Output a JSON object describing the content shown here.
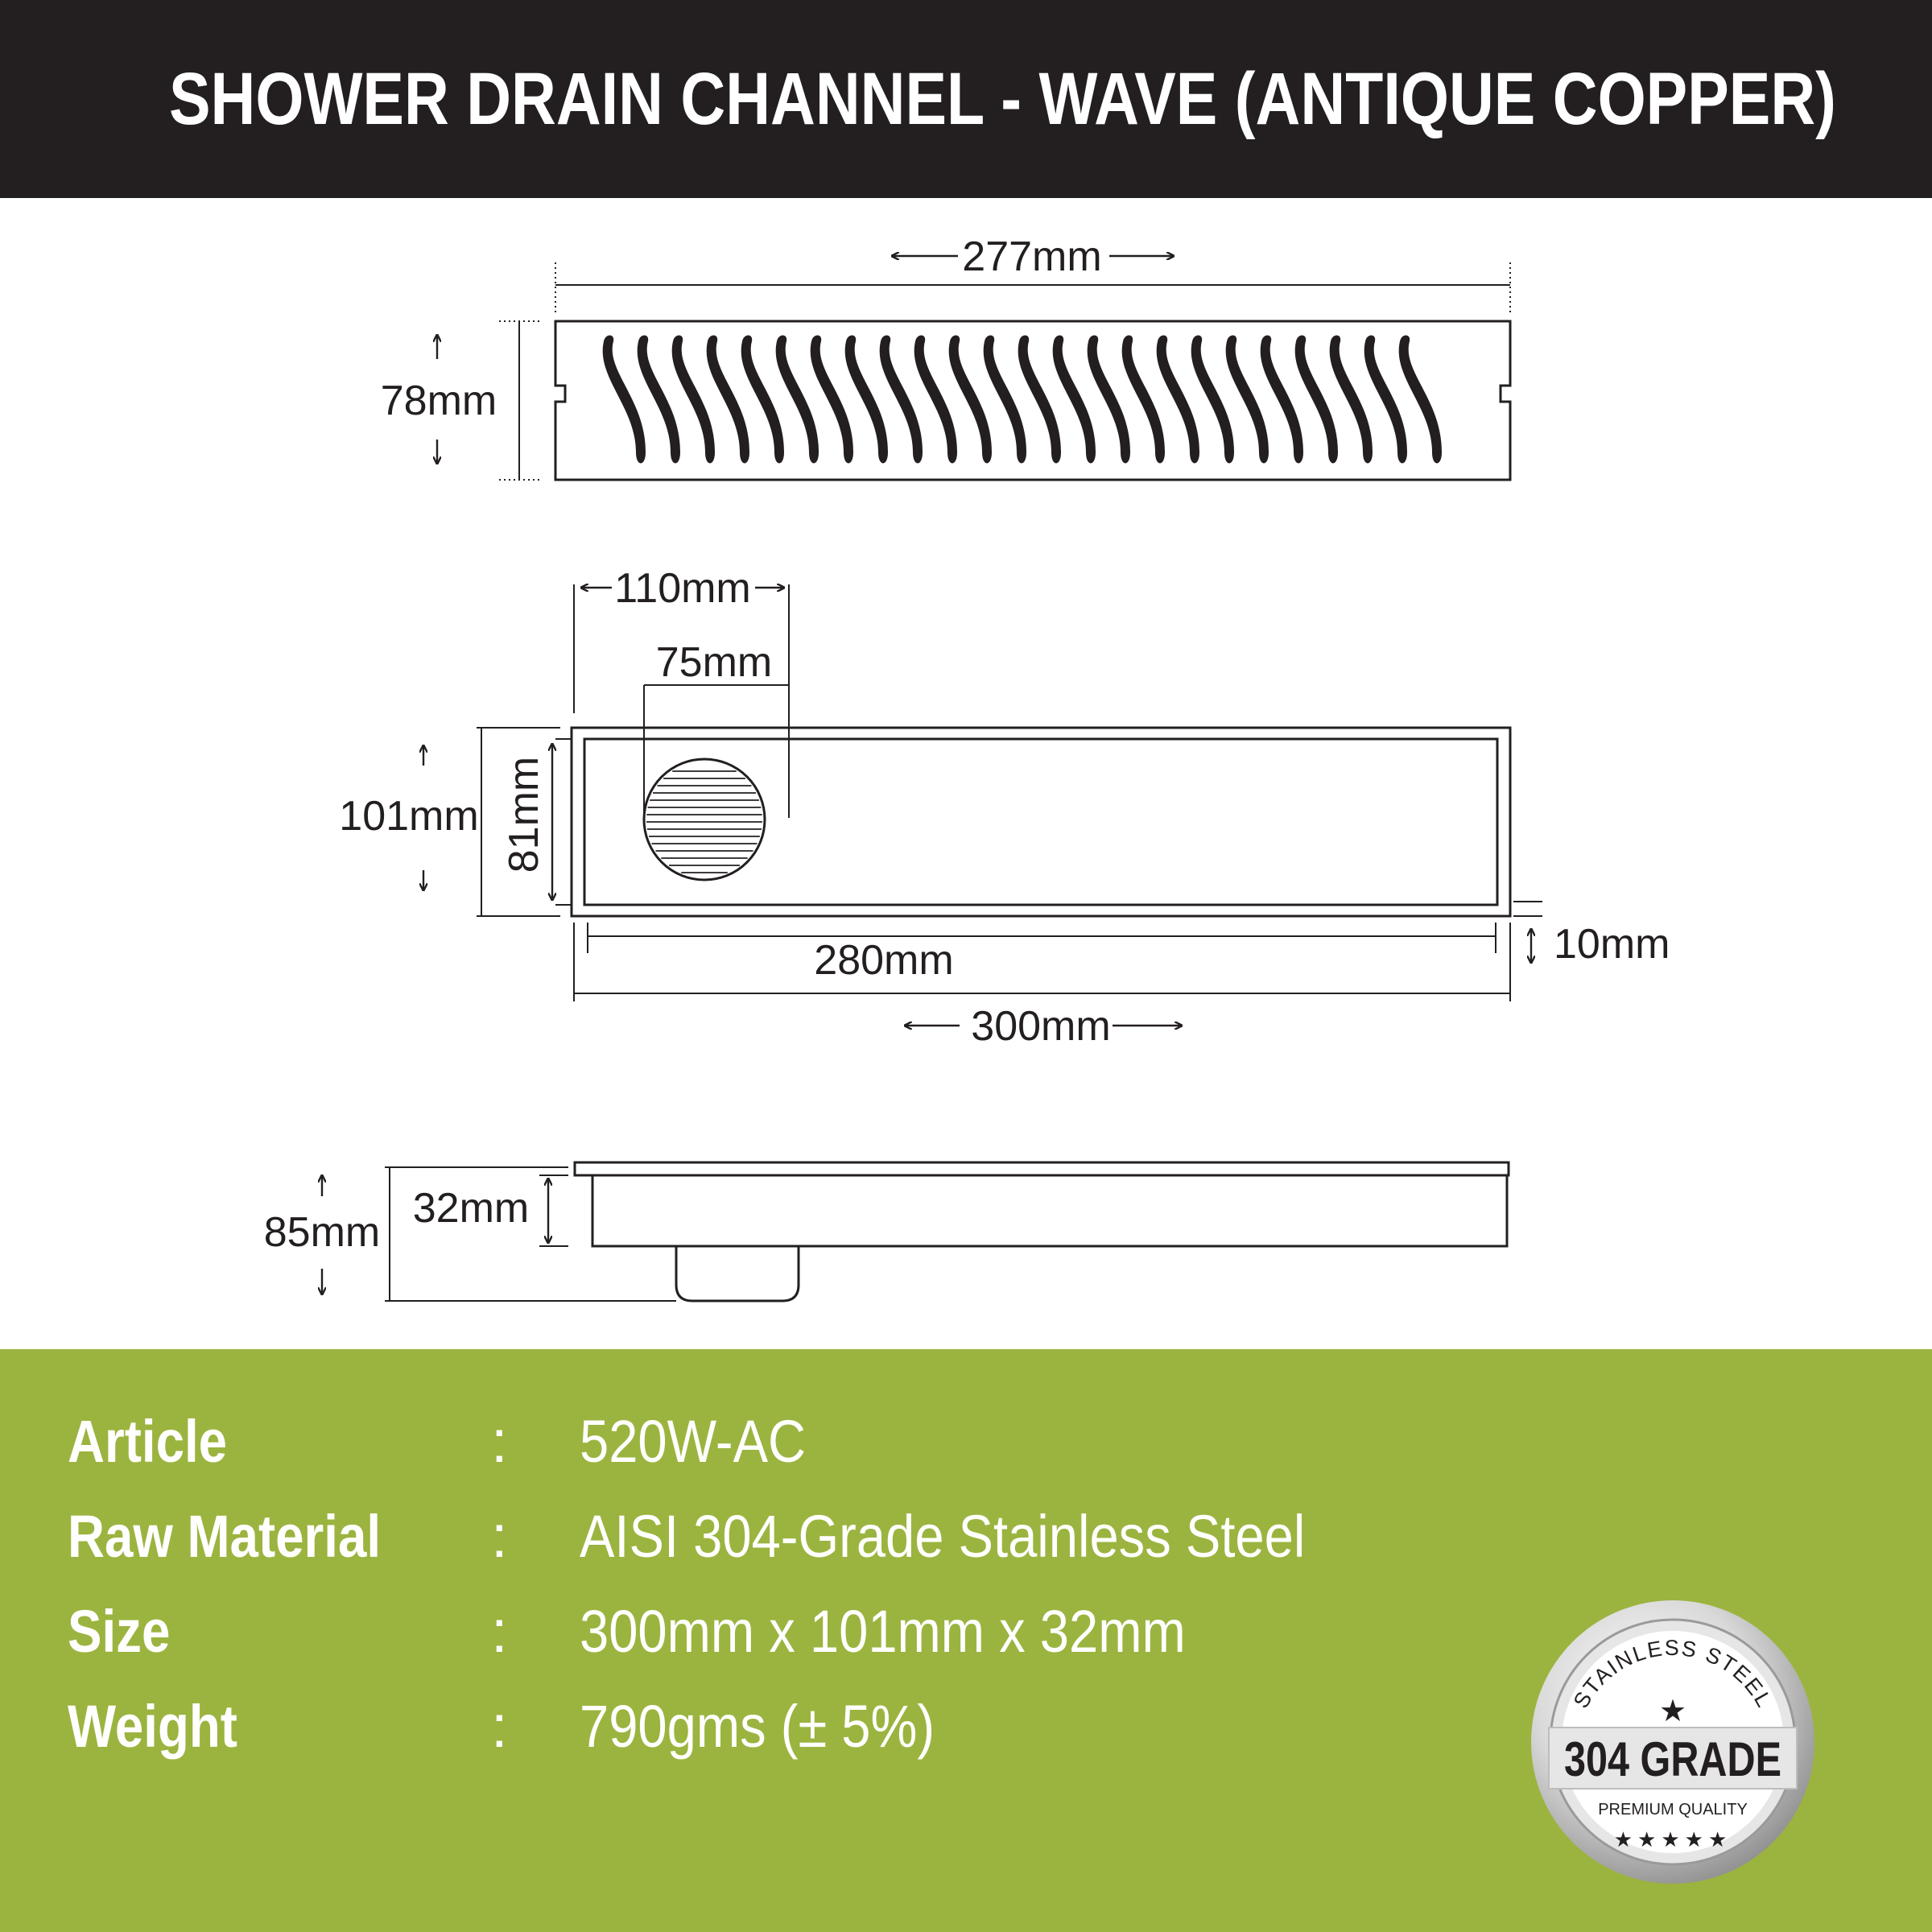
{
  "header": {
    "title": "SHOWER DRAIN CHANNEL - WAVE (ANTIQUE COPPER)"
  },
  "dimensions": {
    "grate_length": "277mm",
    "grate_width": "78mm",
    "outlet_offset": "110mm",
    "outlet_diameter": "75mm",
    "body_width": "101mm",
    "inner_width": "81mm",
    "inner_length": "280mm",
    "flange": "10mm",
    "body_length": "300mm",
    "depth": "32mm",
    "total_height": "85mm"
  },
  "specs": [
    {
      "label": "Article",
      "separator": ":",
      "value": "520W-AC"
    },
    {
      "label": "Raw Material",
      "separator": ":",
      "value": "AISI 304-Grade Stainless Steel"
    },
    {
      "label": "Size",
      "separator": ":",
      "value": "300mm x 101mm x 32mm"
    },
    {
      "label": "Weight",
      "separator": ":",
      "value": "790gms (± 5%)"
    }
  ],
  "badge": {
    "top_text": "STAINLESS STEEL",
    "grade": "304 GRADE",
    "quality": "PREMIUM QUALITY",
    "stars": "★★★★★"
  },
  "colors": {
    "header_bg": "#231f20",
    "spec_bg": "#9bb43f",
    "ink": "#231f20"
  }
}
